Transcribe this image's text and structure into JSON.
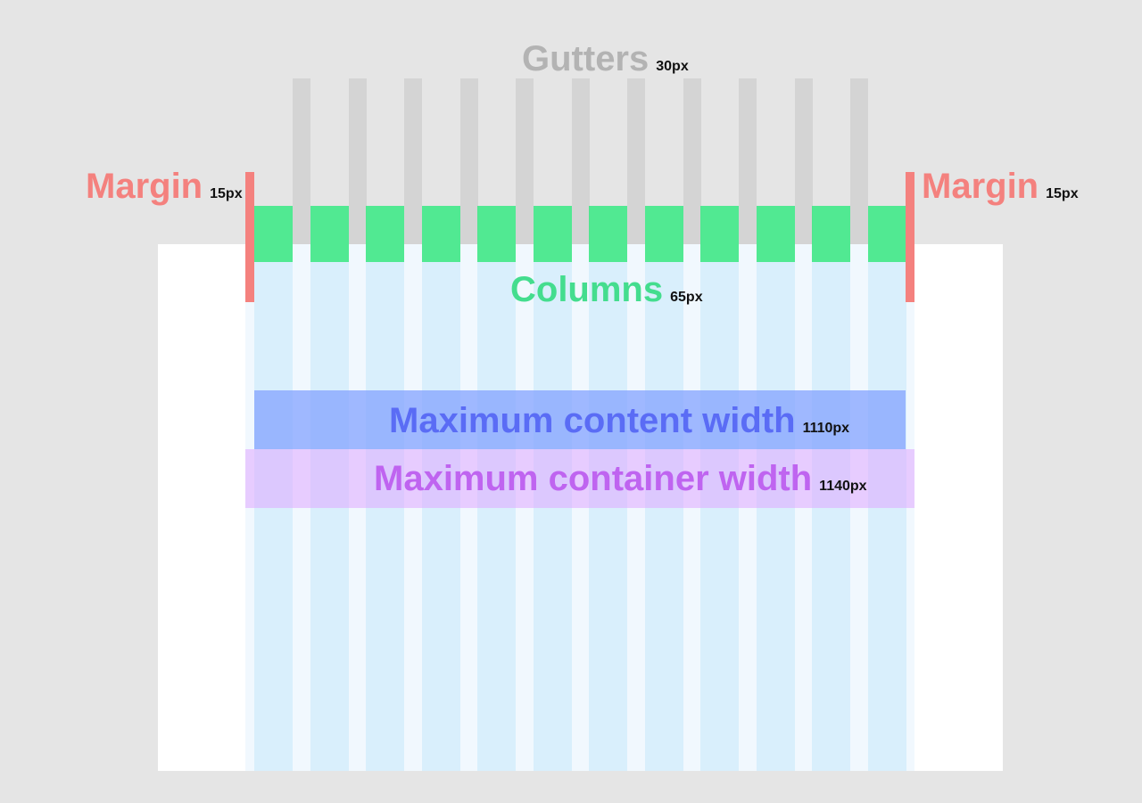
{
  "labels": {
    "gutters": {
      "title": "Gutters",
      "value": "30px"
    },
    "margin_left": {
      "title": "Margin",
      "value": "15px"
    },
    "margin_right": {
      "title": "Margin",
      "value": "15px"
    },
    "columns": {
      "title": "Columns",
      "value": "65px"
    },
    "content_width": {
      "title": "Maximum content width",
      "value": "1110px"
    },
    "container_width": {
      "title": "Maximum container width",
      "value": "1140px"
    }
  },
  "grid": {
    "columns": 12,
    "gutters": 11
  },
  "colors": {
    "margin": "#f4817e",
    "columns": "#3ee883",
    "gutters": "#d4d4d4",
    "content_band": "#80a0ff",
    "container_band": "#dea8ff"
  }
}
